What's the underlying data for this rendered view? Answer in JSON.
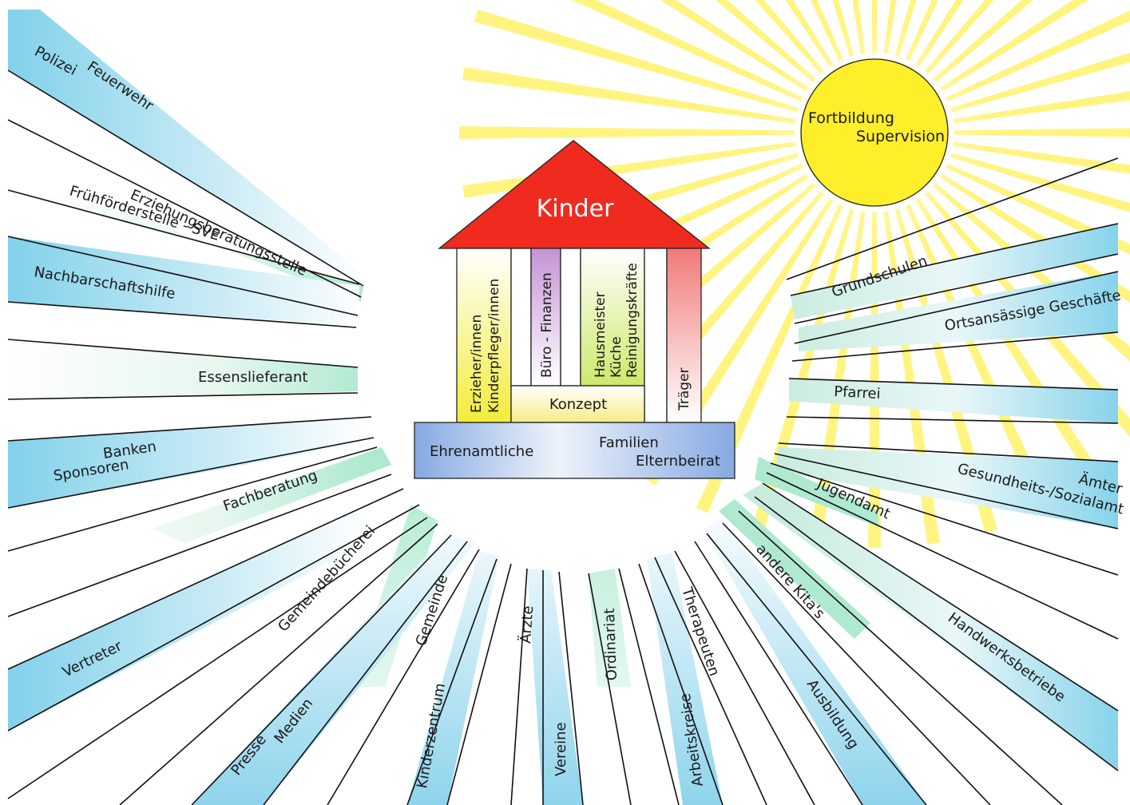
{
  "colors": {
    "roof": "#ef2a1e",
    "sun_disc": "#ffef2a",
    "sun_ray": "#fff36a",
    "ray_blue": "#7fd0ea",
    "ray_green": "#b8ecd6",
    "pillar_yellow": "#f3ec3a",
    "pillar_purple": "#c493d6",
    "pillar_green": "#cde96b",
    "pillar_red": "#f07a7a",
    "base_blue": "#86a9e2"
  },
  "house": {
    "roof_label": "Kinder",
    "pillars": {
      "erzieher": [
        "Erzieher/innen",
        "Kinderpfleger/innen"
      ],
      "buero": [
        "Büro - Finanzen"
      ],
      "hausmeister": [
        "Hausmeister",
        "Küche",
        "Reinigungskräfte"
      ],
      "traeger": [
        "Träger"
      ]
    },
    "konzept_label": "Konzept",
    "base": {
      "left": "Ehrenamtliche",
      "right": [
        "Familien",
        "Elternbeirat"
      ]
    }
  },
  "sun": {
    "lines": [
      "Fortbildung",
      "Supervision"
    ]
  },
  "rays": {
    "polizei": "Polizei",
    "feuerwehr": "Feuerwehr",
    "erziehungsberatung": "Erziehungsberatungsstelle",
    "fruehfoerderstelle": "Frühförderstelle - SVE",
    "nachbarschaftshilfe": "Nachbarschaftshilfe",
    "essenslieferant": "Essenslieferant",
    "banken": "Banken",
    "sponsoren": "Sponsoren",
    "fachberatung": "Fachberatung",
    "gemeindebuecherei": "Gemeindebücherei",
    "vertreter": "Vertreter",
    "presse": "Presse",
    "medien": "Medien",
    "gemeinde": "Gemeinde",
    "kinderzentrum": "Kinderzentrum",
    "aerzte": "Ärzte",
    "vereine": "Vereine",
    "ordinariat": "Ordinariat",
    "therapeuten": "Therapeuten",
    "arbeitskreise": "Arbeitskreise",
    "andere_kitas": "andere Kita's",
    "ausbildung": "Ausbildung",
    "handwerksbetriebe": "Handwerksbetriebe",
    "jugendamt": "Jugendamt",
    "gesundheitsamt": "Gesundheits-/Sozialamt",
    "aemter": "Ämter",
    "pfarrei": "Pfarrei",
    "ortsansaessige": "Ortsansässige Geschäfte",
    "grundschulen": "Grundschulen"
  }
}
